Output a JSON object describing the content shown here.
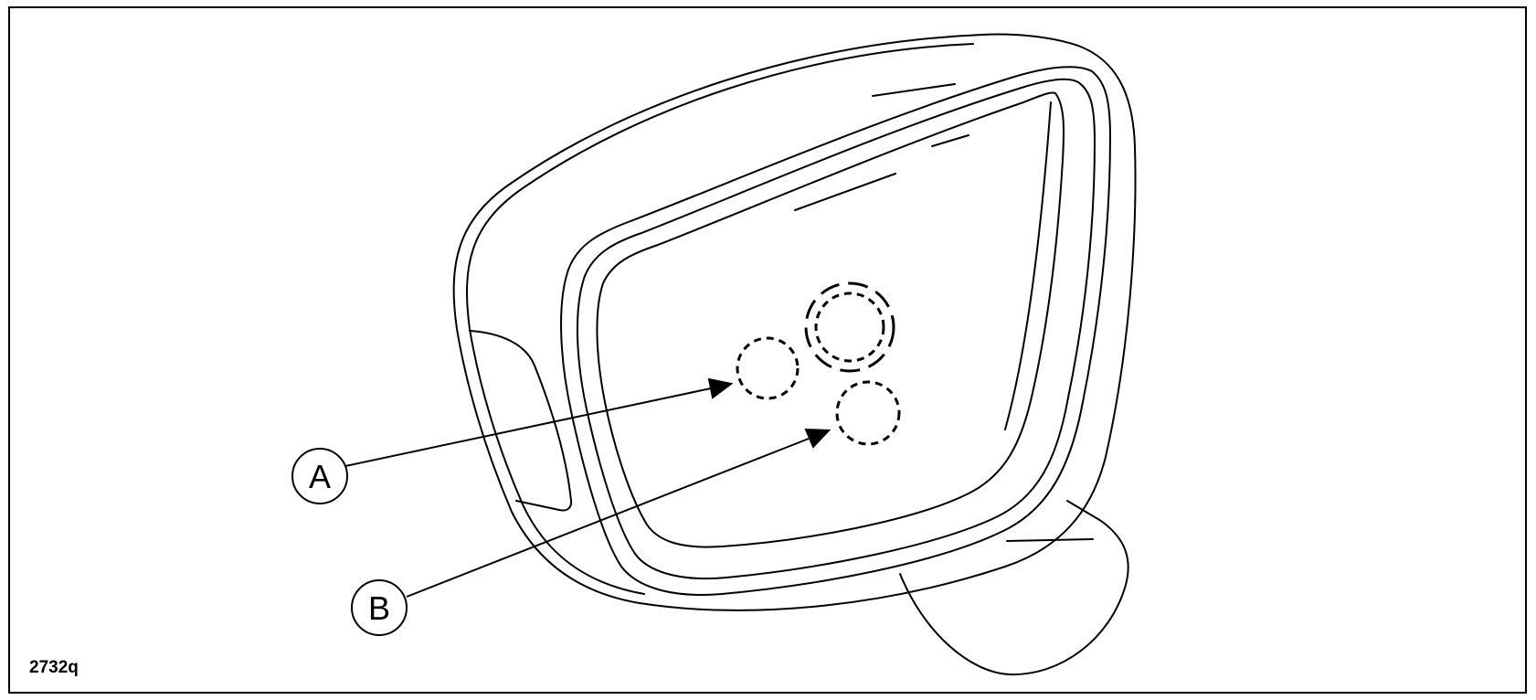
{
  "figure": {
    "callouts": [
      {
        "id": "A",
        "label": "A"
      },
      {
        "id": "B",
        "label": "B"
      }
    ],
    "figure_id": "2732q",
    "colors": {
      "line": "#000000",
      "background": "#ffffff"
    }
  }
}
